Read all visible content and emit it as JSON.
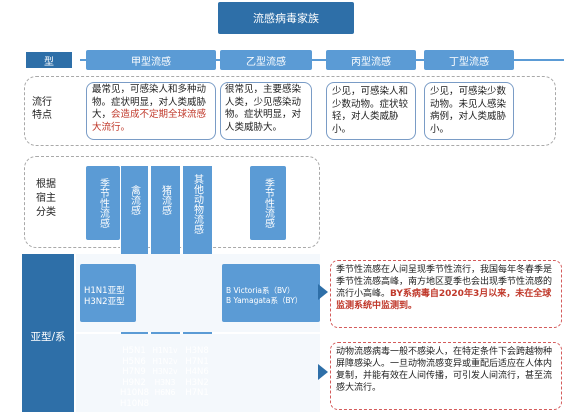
{
  "title": "流感病毒家族",
  "rows": {
    "type": "型",
    "features": "流行特点",
    "host": "根据宿主分类",
    "subtype": "亚型/系"
  },
  "types": [
    "甲型流感",
    "乙型流感",
    "丙型流感",
    "丁型流感"
  ],
  "features": {
    "a_plain": "最常见，可感染人和多种动物。症状明显，对人类威胁大，",
    "a_red": "会造成不定期全球流感大流行。",
    "b": "很常见，主要感染人类，少见感染动物。症状明显，对人类威胁大。",
    "c": "少见，可感染人和少数动物。症状较轻，对人类威胁小。",
    "d": "少见，可感染少数动物。未见人感染病例，对人类威胁小。"
  },
  "hosts": [
    "季节性流感",
    "禽流感",
    "猪流感",
    "其他动物流感",
    "季节性流感"
  ],
  "subtypes": {
    "seasonal_a": [
      "H1N1亚型",
      "H3N2亚型"
    ],
    "seasonal_b": [
      "B Victoria系（BV）",
      "B Yamagata系（BY）"
    ],
    "avian": [
      "H5N1",
      "H5N6",
      "H7N9",
      "H9N2",
      "H10N8",
      "H10N8"
    ],
    "swine": [
      "H1N1v",
      "H1N2v",
      "H3N2v",
      "H3N3",
      "H6N6"
    ],
    "other": [
      "H3N8",
      "H7N1",
      "H4N6",
      "H3N2",
      "H7N1"
    ]
  },
  "notes": {
    "seasonal_plain": "季节性流感在人间呈现季节性流行，我国每年冬春季是季节性流感高峰，南方地区夏季也会出现季节性流感的流行小高峰。",
    "seasonal_red": "BY系病毒自2020年3月以来，未在全球监测系统中监测到。",
    "animal": "动物流感病毒一般不感染人，在特定条件下会跨越物种屏障感染人。一旦动物流感变异或重配后适应在人体内复制，并能有效在人间传播，可引发人间流行，甚至流感大流行。"
  }
}
